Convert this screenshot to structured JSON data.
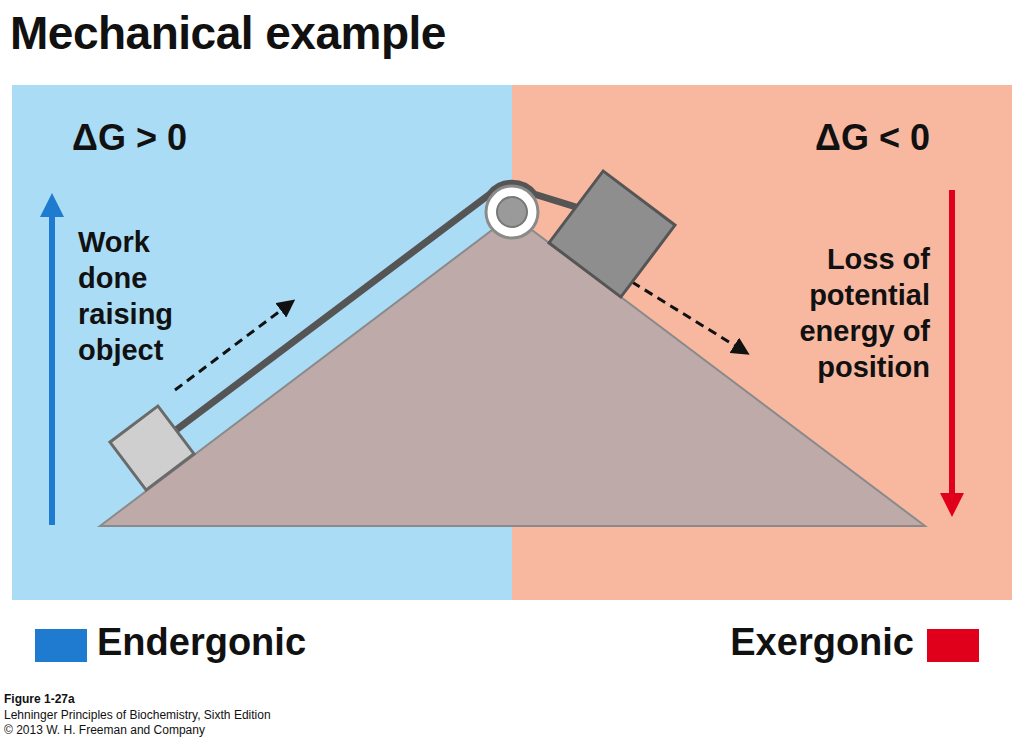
{
  "diagram": {
    "title": "Mechanical example",
    "caption": "Figure 1-27a",
    "nodes": [
      {
        "text": [
          "ΔG > 0",
          "Work done raising object"
        ]
      },
      {
        "text": [
          "ΔG < 0",
          "Loss of potential energy of position"
        ]
      }
    ],
    "labels": [
      "Lehninger Principles of Biochemistry, Sixth Edition",
      "© 2013 W. H. Freeman and Company"
    ],
    "legend": [
      {
        "text": "Endergonic",
        "color": "#1f7bd0"
      },
      {
        "text": "Exergonic",
        "color": "#e0001b"
      }
    ]
  }
}
